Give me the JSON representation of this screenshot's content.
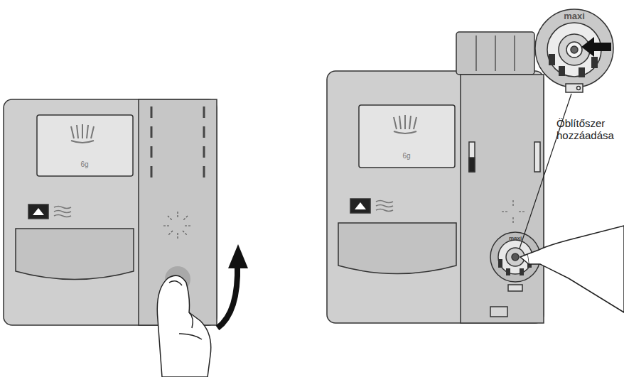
{
  "diagram": {
    "labels": [
      "Öblítőszer hozzáadása",
      "6g",
      "6g",
      "maxi",
      "maxi"
    ]
  }
}
